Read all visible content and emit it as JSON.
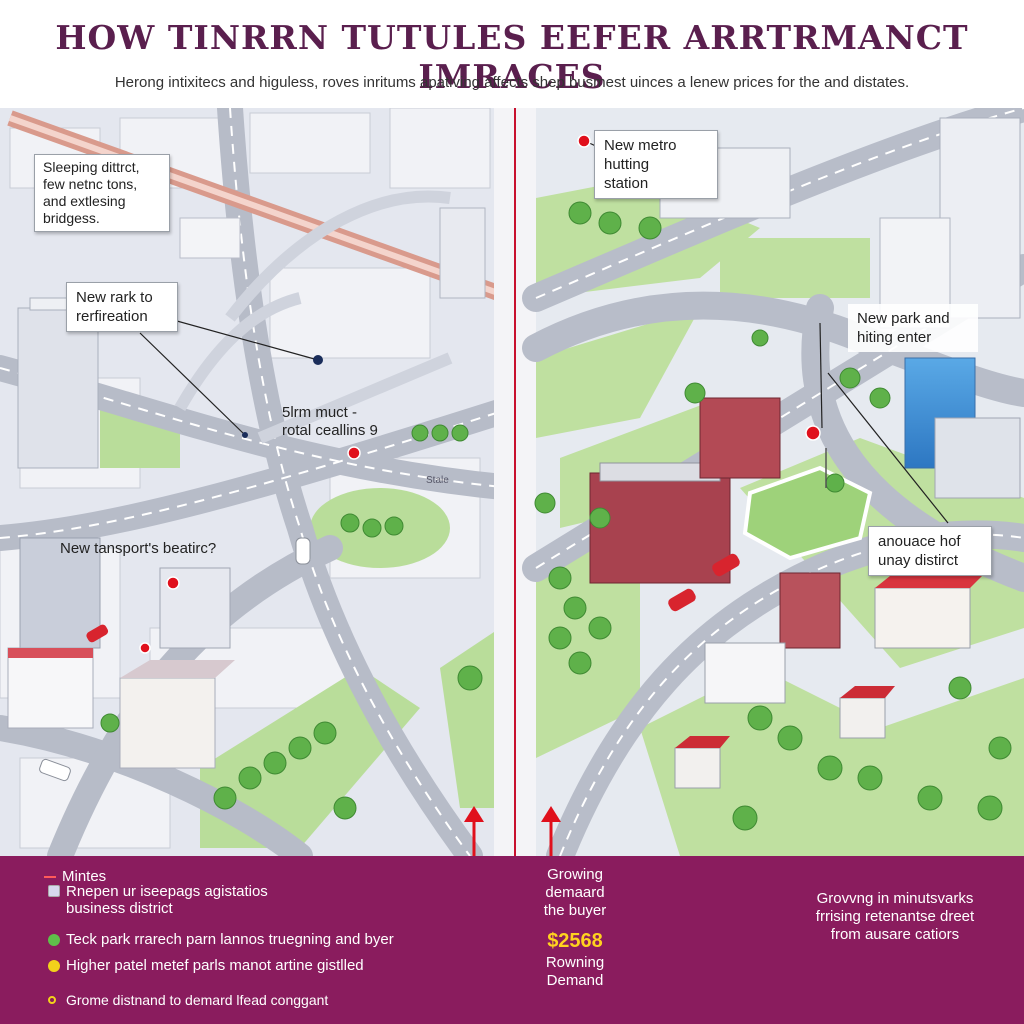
{
  "header": {
    "title": "HOW TINRRN TUTULES EEFER ARRTRMANCT IMRACES",
    "subtitle": "Herong intixitecs and higuless, roves inritums apativing affects shep busmest uinces a lenew prices for the and distates."
  },
  "left_panel": {
    "callout_sleeping": "Sleeping dittrct,\nfew netnc tons,\nand extlesing\nbridgess.",
    "callout_park": "New rark to\nrerfireation",
    "label_firm": "5lrm muct -\nrotal ceallins 9",
    "label_stale": "Stale",
    "label_transport": "New tansport's beatirc?"
  },
  "right_panel": {
    "callout_metro": "New metro\nhutting\nstation",
    "callout_park_hiring": "New park and\nhiting enter",
    "callout_district": "anouace hof\nunay distirct"
  },
  "legend": {
    "heading": "Mintes",
    "items": [
      {
        "text": "Rnepen ur iseepags agistatios\nbusiness district",
        "kind": "square",
        "color": "#d8d8ee"
      },
      {
        "text": "Teck park rrarech parn lannos truegning and byer",
        "kind": "dot",
        "color": "#5fbf4a"
      },
      {
        "text": "Higher patel metef parls manot artine gistlled",
        "kind": "dot",
        "color": "#f2d21b"
      },
      {
        "text": "Grome distnand to demard lfead conggant",
        "kind": "ring",
        "color": "#f2d21b"
      }
    ],
    "middle_top": "Growing\ndemaard\nthe buyer",
    "price": "$2568",
    "middle_bottom": "Rowning\nDemand",
    "right_note": "Grovvng in minutsvarks\nfrrising retenantse dreet\nfrom ausare catiors"
  },
  "colors": {
    "title": "#5a1f4e",
    "footer_bg": "#8a1c5e",
    "divider": "#c8102e",
    "price": "#ffd21f",
    "marker": "#e0101c"
  }
}
